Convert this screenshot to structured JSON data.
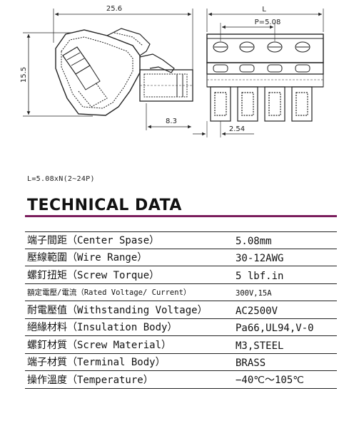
{
  "drawing": {
    "dim_width": "25.6",
    "dim_height": "15.5",
    "dim_depth": "8.3",
    "dim_L": "L",
    "dim_pitch": "P=5.08",
    "dim_offset": "2.54"
  },
  "formula": "L=5.08xN(2~24P)",
  "heading": "TECHNICAL DATA",
  "rows": [
    {
      "label": "端子間距（Center Spase）",
      "value": "5.08mm"
    },
    {
      "label": "壓線範圍（Wire Range）",
      "value": "30-12AWG"
    },
    {
      "label": "螺釘扭矩（Screw Torque）",
      "value": "5 lbf.in"
    },
    {
      "label": "額定電壓/電流（Rated Voltage/ Current）",
      "value": "300V,15A"
    },
    {
      "label": "耐電壓值（Withstanding Voltage）",
      "value": "AC2500V"
    },
    {
      "label": "絕緣材料（Insulation Body）",
      "value": "Pa66,UL94,V-0"
    },
    {
      "label": "螺釘材質（Screw Material）",
      "value": "M3,STEEL"
    },
    {
      "label": "端子材質（Terminal Body）",
      "value": "BRASS"
    },
    {
      "label": "操作溫度（Temperature）",
      "value": "−40℃～105℃"
    }
  ]
}
